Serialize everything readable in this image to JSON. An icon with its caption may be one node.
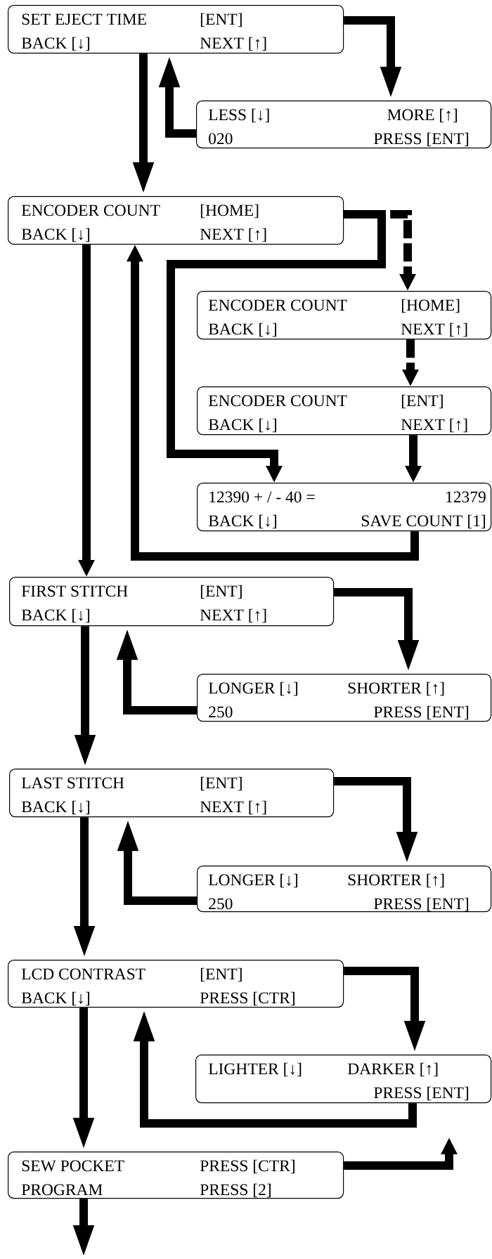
{
  "diagram": {
    "nodes": [
      {
        "text": [
          "SET EJECT TIME",
          "[ENT]",
          "BACK [↓]",
          "NEXT [↑]"
        ]
      },
      {
        "text": [
          "LESS [↓]",
          "MORE [↑]",
          "020",
          "PRESS [ENT]"
        ]
      },
      {
        "text": [
          "ENCODER COUNT",
          "[HOME]",
          "BACK [↓]",
          "NEXT [↑]"
        ]
      },
      {
        "text": [
          "ENCODER COUNT",
          "[HOME]",
          "BACK [↓]",
          "NEXT [↑]"
        ]
      },
      {
        "text": [
          "ENCODER COUNT",
          "[ENT]",
          "BACK [↓]",
          "NEXT [↑]"
        ]
      },
      {
        "text": [
          "12390 + / - 40 =",
          "12379",
          "BACK [↓]",
          "SAVE COUNT [1]"
        ]
      },
      {
        "text": [
          "FIRST STITCH",
          "[ENT]",
          "BACK [↓]",
          "NEXT [↑]"
        ]
      },
      {
        "text": [
          "LONGER [↓]",
          "SHORTER [↑]",
          "250",
          "PRESS [ENT]"
        ]
      },
      {
        "text": [
          "LAST STITCH",
          "[ENT]",
          "BACK [↓]",
          "NEXT [↑]"
        ]
      },
      {
        "text": [
          "LONGER [↓]",
          "SHORTER [↑]",
          "250",
          "PRESS [ENT]"
        ]
      },
      {
        "text": [
          "LCD CONTRAST",
          "[ENT]",
          "BACK [↓]",
          "PRESS [CTR]"
        ]
      },
      {
        "text": [
          "LIGHTER [↓]",
          "DARKER [↑]",
          "PRESS [ENT]"
        ]
      },
      {
        "text": [
          "SEW POCKET",
          "PRESS [CTR]",
          "PROGRAM",
          "PRESS [2]"
        ]
      }
    ],
    "edges": [
      {
        "from": 0,
        "to": 1,
        "arrow": "to"
      },
      {
        "from": 1,
        "to": 0,
        "arrow": "to"
      },
      {
        "from": 0,
        "to": 2,
        "arrow": "to"
      },
      {
        "from": 2,
        "to": 3,
        "arrow": "to",
        "style": "dashed"
      },
      {
        "from": 3,
        "to": 4,
        "arrow": "to",
        "style": "dashed"
      },
      {
        "from": 4,
        "to": 5,
        "arrow": "to"
      },
      {
        "from": 2,
        "to": 5,
        "arrow": "to"
      },
      {
        "from": 5,
        "to": 2,
        "arrow": "to"
      },
      {
        "from": 2,
        "to": 6,
        "arrow": "to"
      },
      {
        "from": 6,
        "to": 7,
        "arrow": "to"
      },
      {
        "from": 7,
        "to": 6,
        "arrow": "to"
      },
      {
        "from": 6,
        "to": 8,
        "arrow": "to"
      },
      {
        "from": 8,
        "to": 9,
        "arrow": "to"
      },
      {
        "from": 9,
        "to": 8,
        "arrow": "to"
      },
      {
        "from": 8,
        "to": 10,
        "arrow": "to"
      },
      {
        "from": 10,
        "to": 11,
        "arrow": "to"
      },
      {
        "from": 11,
        "to": 10,
        "arrow": "to"
      },
      {
        "from": 10,
        "to": 12,
        "arrow": "to"
      },
      {
        "from": 12,
        "to": null,
        "arrow": "to"
      },
      {
        "from": 12,
        "to": null,
        "arrow": "to"
      }
    ]
  }
}
